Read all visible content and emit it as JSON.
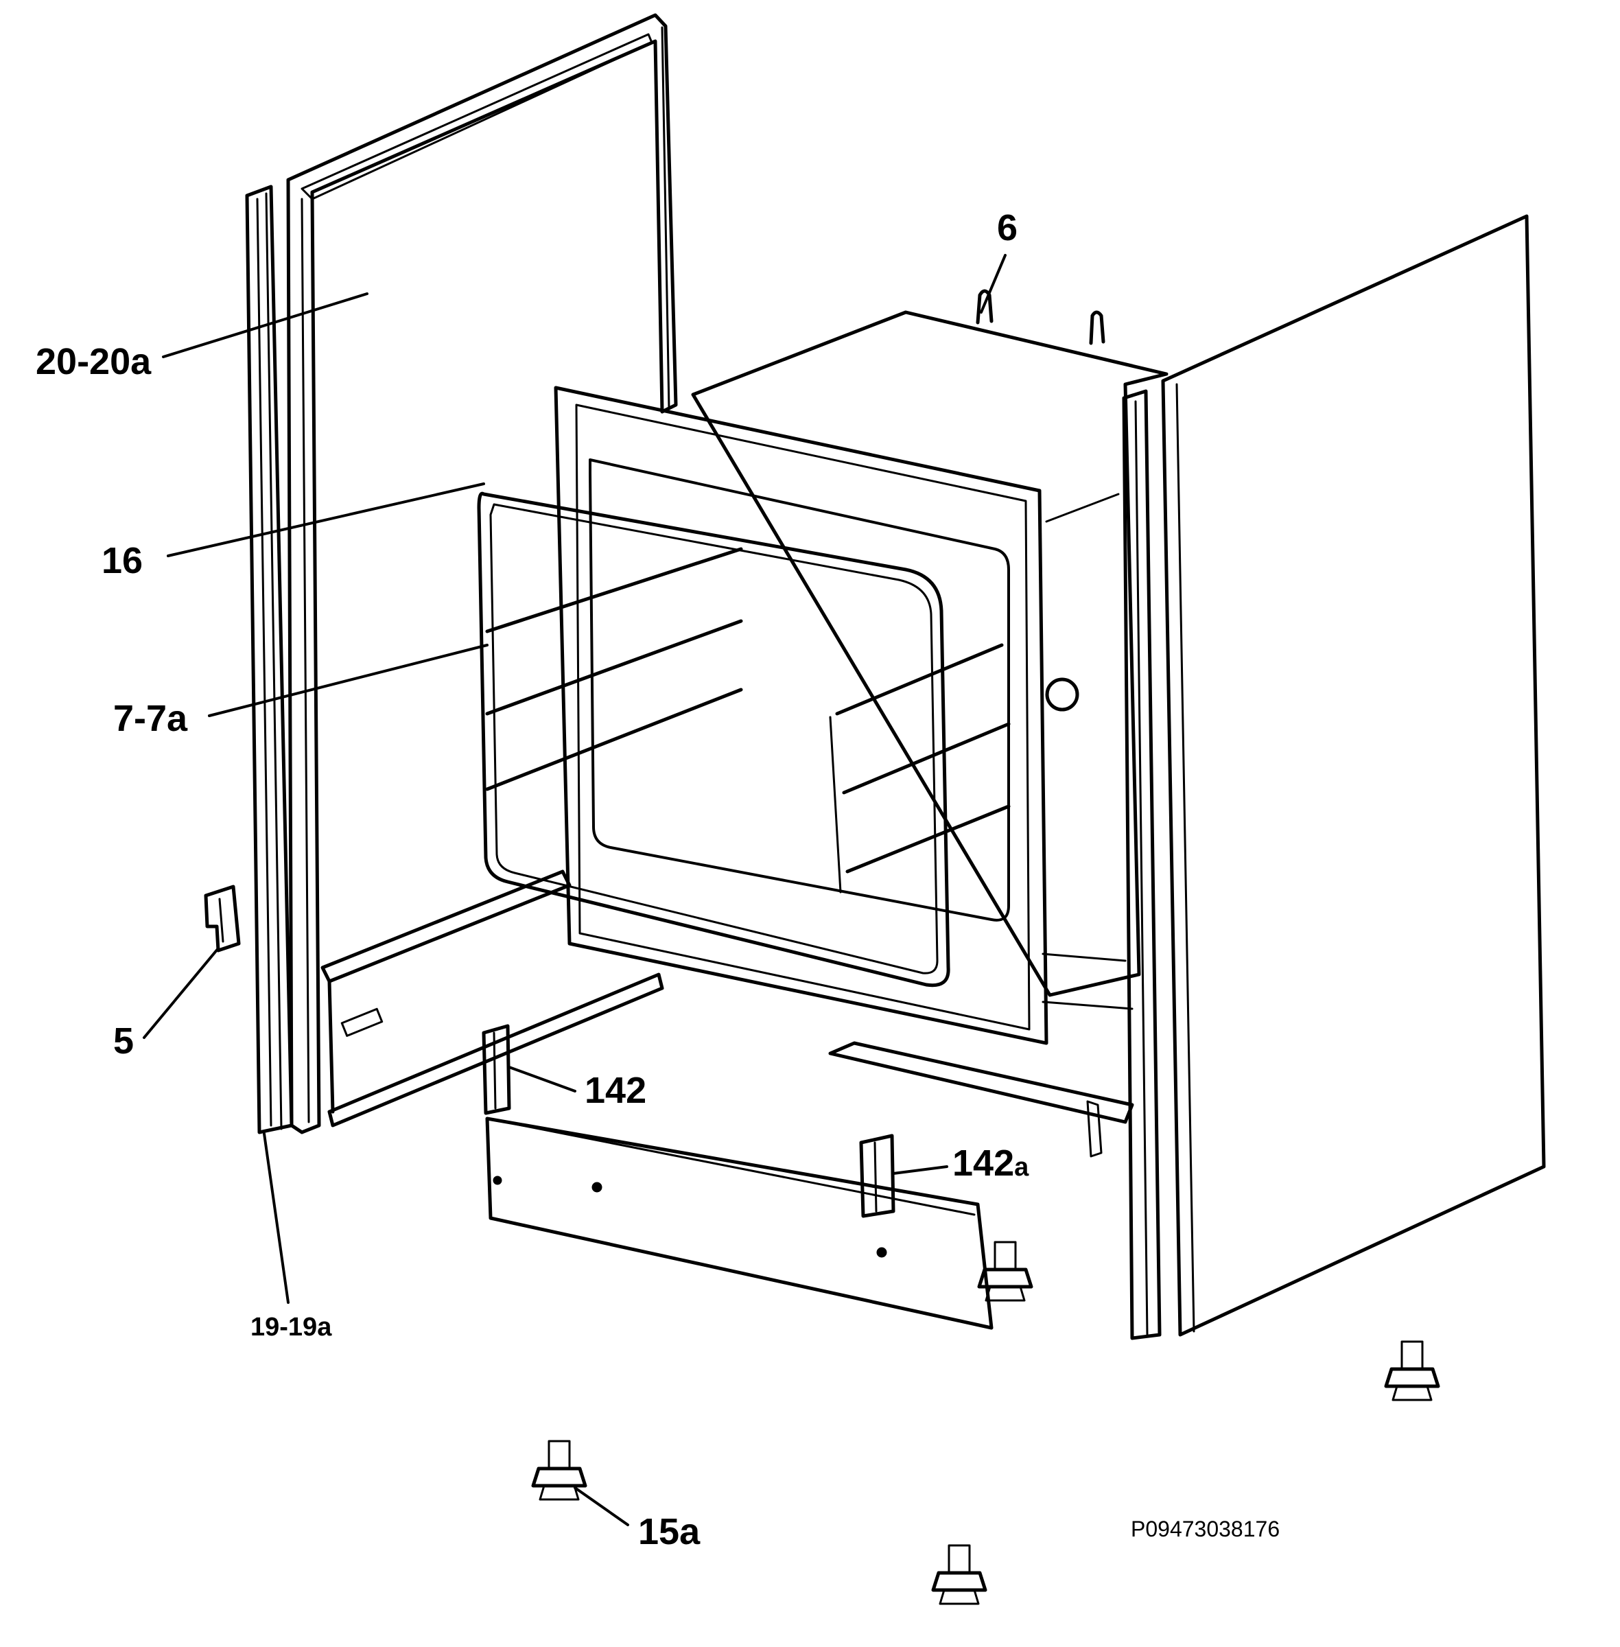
{
  "labels": {
    "frame": "20-20a",
    "bracket_top": "6",
    "seal": "16",
    "rails": "7-7a",
    "hinge": "5",
    "side_trim": "19-19a",
    "plinth_bracket": "142",
    "plinth_bracket_a_num": "142",
    "plinth_bracket_a_sub": "a",
    "feet": "15a"
  },
  "drawing_code": "P09473038176",
  "colors": {
    "line": "#000000",
    "background": "#ffffff"
  }
}
